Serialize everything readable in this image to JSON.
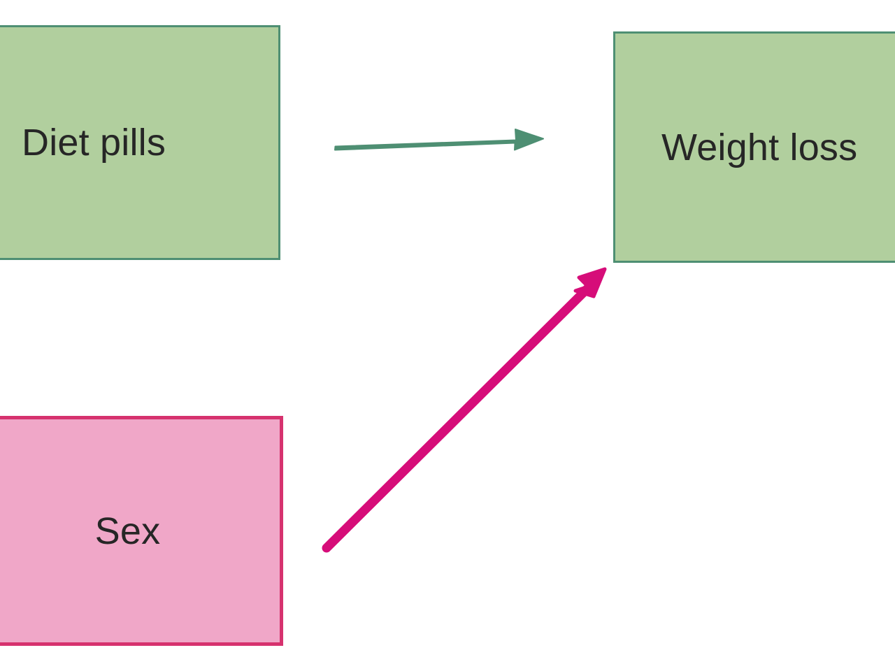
{
  "diagram": {
    "type": "causal-dag",
    "background_color": "#ffffff",
    "nodes": [
      {
        "id": "diet-pills",
        "label": "Diet pills",
        "role": "exposure",
        "fill": "#b1cf9e",
        "stroke": "#4e8f73",
        "clipped_edge": "left"
      },
      {
        "id": "sex",
        "label": "Sex",
        "role": "covariate",
        "fill": "#f0a7c8",
        "stroke": "#d6326e",
        "clipped_edge": "left"
      },
      {
        "id": "weight-loss",
        "label": "Weight loss",
        "role": "outcome",
        "fill": "#b1cf9e",
        "stroke": "#4e8f73",
        "clipped_edge": "right"
      }
    ],
    "edges": [
      {
        "id": "diet-pills-to-weight-loss",
        "from": "diet-pills",
        "to": "weight-loss",
        "color": "#4e8f73",
        "direction": "right"
      },
      {
        "id": "sex-to-weight-loss",
        "from": "sex",
        "to": "weight-loss",
        "color": "#d60d79",
        "direction": "up-right"
      }
    ]
  },
  "colors": {
    "node_green_fill": "#b1cf9e",
    "node_green_stroke": "#4e8f73",
    "node_pink_fill": "#f0a7c8",
    "node_pink_stroke": "#d6326e",
    "arrow_green": "#4e8f73",
    "arrow_pink": "#d60d79",
    "label_text": "#262626"
  }
}
